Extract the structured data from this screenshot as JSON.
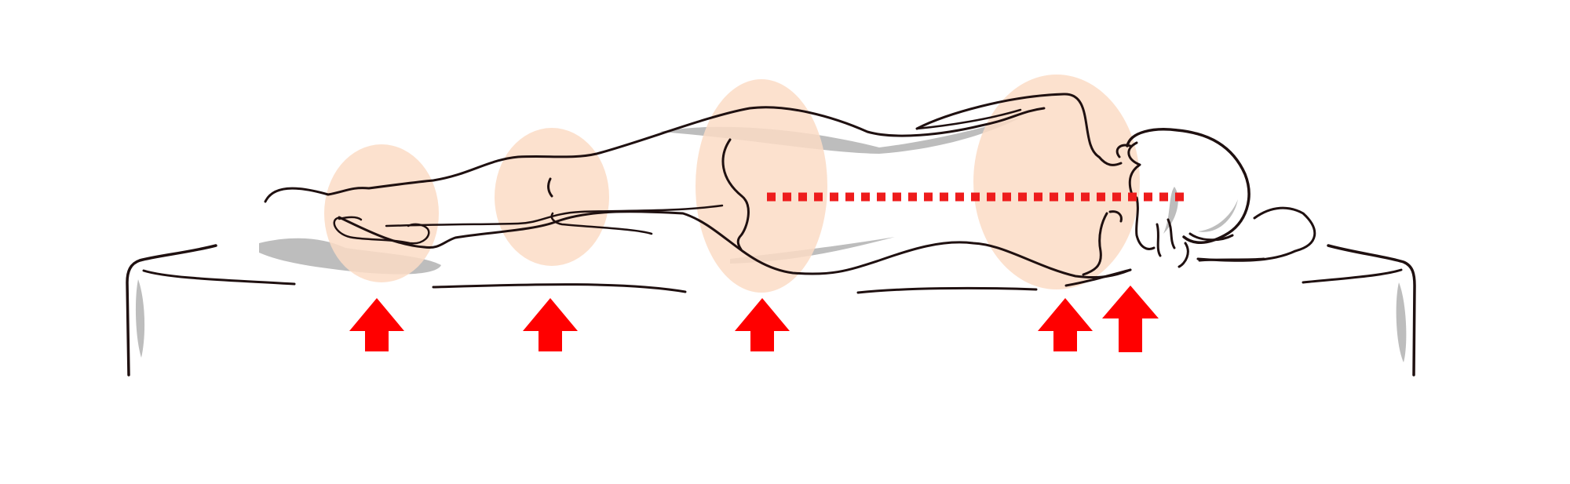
{
  "diagram": {
    "subject": "side-sleeping-body-on-mattress",
    "colors": {
      "background": "#ffffff",
      "outline": "#1f1010",
      "shadow": "#bdbdbd",
      "pressure_zone": "#fbdcc6",
      "support_arrow": "#ff0000",
      "spine_alignment_line": "#ee1c1c"
    },
    "pressure_zones": [
      {
        "name": "ankle-zone"
      },
      {
        "name": "knee-zone"
      },
      {
        "name": "hip-zone"
      },
      {
        "name": "shoulder-zone"
      }
    ],
    "support_arrows": [
      {
        "name": "ankle-support-arrow"
      },
      {
        "name": "knee-support-arrow"
      },
      {
        "name": "hip-support-arrow"
      },
      {
        "name": "shoulder-support-arrow"
      },
      {
        "name": "neck-support-arrow"
      }
    ],
    "spine_alignment_line": {
      "style": "dotted",
      "orientation": "horizontal"
    }
  }
}
